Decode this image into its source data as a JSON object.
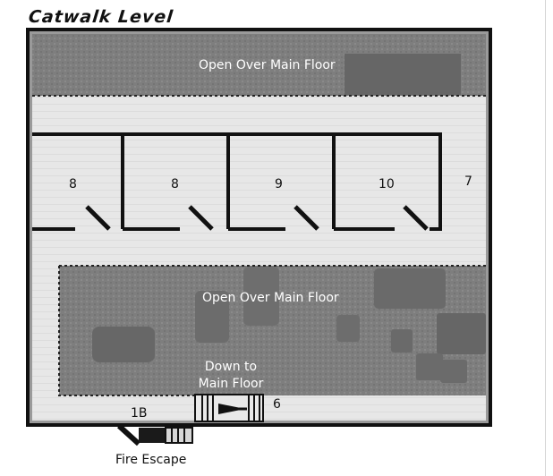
{
  "title": "Catwalk Level",
  "areas": {
    "upper_open": "Open Over Main Floor",
    "lower_open": "Open Over Main Floor"
  },
  "rooms": [
    "8",
    "8",
    "9",
    "10"
  ],
  "room_7": "7",
  "stairs": {
    "down_line1": "Down to",
    "down_line2": "Main Floor",
    "number": "6"
  },
  "exit": {
    "code": "1B",
    "label": "Fire Escape"
  },
  "colors": {
    "wall": "#111111",
    "floor": "#e6e6e6",
    "open_area": "#7e7e7e",
    "outer_border": "#9a9a9a"
  }
}
